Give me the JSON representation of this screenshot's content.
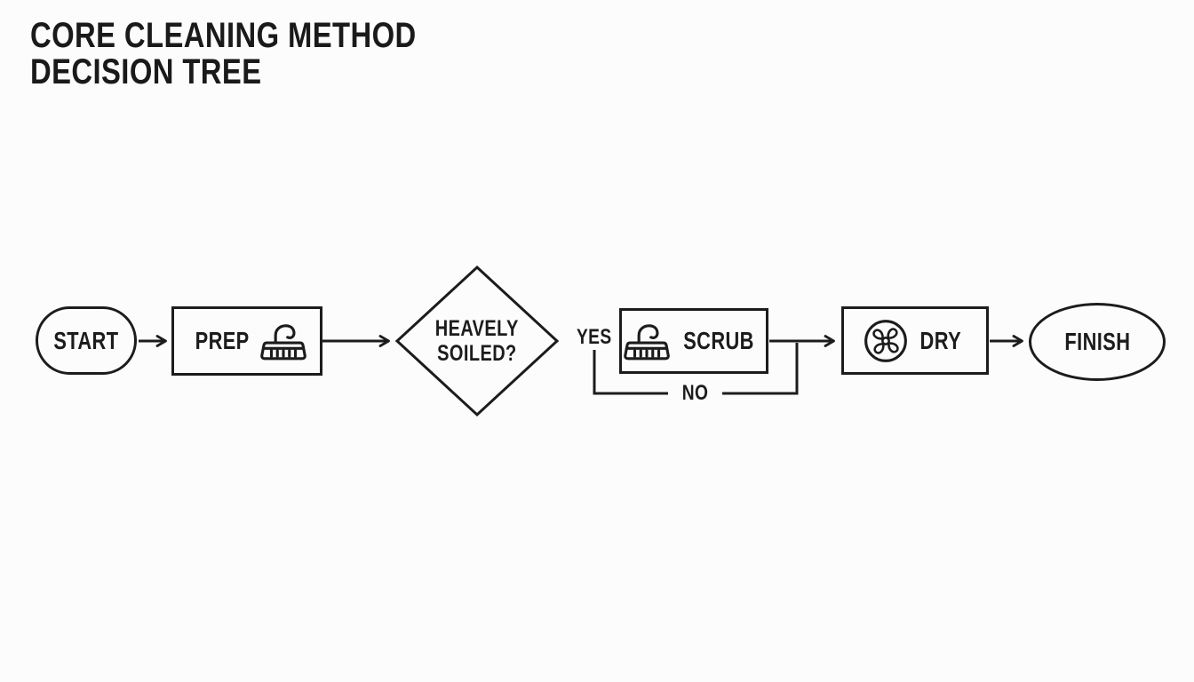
{
  "title": {
    "line1": "CORE CLEANING METHOD",
    "line2": "DECISION TREE"
  },
  "flowchart": {
    "nodes": [
      {
        "id": "start",
        "type": "terminal",
        "label": "START"
      },
      {
        "id": "prep",
        "type": "process",
        "label": "PREP",
        "icon": "brush-icon"
      },
      {
        "id": "decision",
        "type": "decision",
        "label_line1": "HEAVELY",
        "label_line2": "SOILED?"
      },
      {
        "id": "scrub",
        "type": "process",
        "label": "SCRUB",
        "icon": "brush-icon"
      },
      {
        "id": "dry",
        "type": "process",
        "label": "DRY",
        "icon": "fan-icon"
      },
      {
        "id": "finish",
        "type": "terminal",
        "label": "FINISH"
      }
    ],
    "edge_labels": {
      "yes": "YES",
      "no": "NO"
    }
  },
  "colors": {
    "ink": "#1c1c1c",
    "background": "#fcfcfc"
  }
}
